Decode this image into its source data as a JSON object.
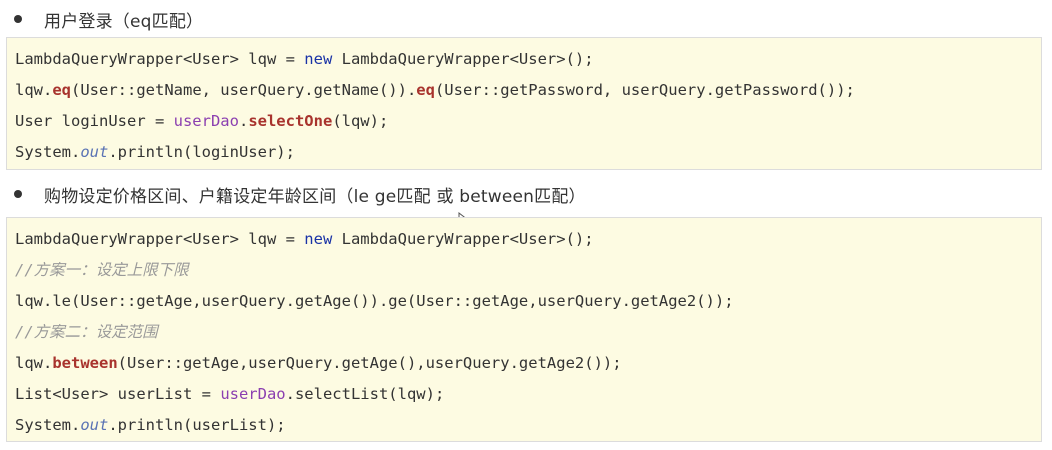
{
  "section1": {
    "heading": "用户登录（eq匹配）",
    "code": {
      "l1": {
        "a": "LambdaQueryWrapper<User> lqw = ",
        "b": "new",
        "c": " LambdaQueryWrapper<User>();"
      },
      "l2": {
        "a": "lqw.",
        "b": "eq",
        "c": "(User::getName, userQuery.getName()).",
        "d": "eq",
        "e": "(User::getPassword, userQuery.getPassword());"
      },
      "l3": {
        "a": "User loginUser = ",
        "b": "userDao",
        "c": ".",
        "d": "selectOne",
        "e": "(lqw);"
      },
      "l4": {
        "a": "System.",
        "b": "out",
        "c": ".println(loginUser);"
      }
    }
  },
  "section2": {
    "heading": "购物设定价格区间、户籍设定年龄区间（le ge匹配  或  between匹配）",
    "code": {
      "l1": {
        "a": "LambdaQueryWrapper<User> lqw = ",
        "b": "new",
        "c": " LambdaQueryWrapper<User>();"
      },
      "l2": "//方案一：设定上限下限",
      "l3": "lqw.le(User::getAge,userQuery.getAge()).ge(User::getAge,userQuery.getAge2());",
      "l4": "//方案二：设定范围",
      "l5": {
        "a": "lqw.",
        "b": "between",
        "c": "(User::getAge,userQuery.getAge(),userQuery.getAge2());"
      },
      "l6": {
        "a": "List<User> userList = ",
        "b": "userDao",
        "c": ".selectList(lqw);"
      },
      "l7": {
        "a": "System.",
        "b": "out",
        "c": ".println(userList);"
      }
    }
  }
}
